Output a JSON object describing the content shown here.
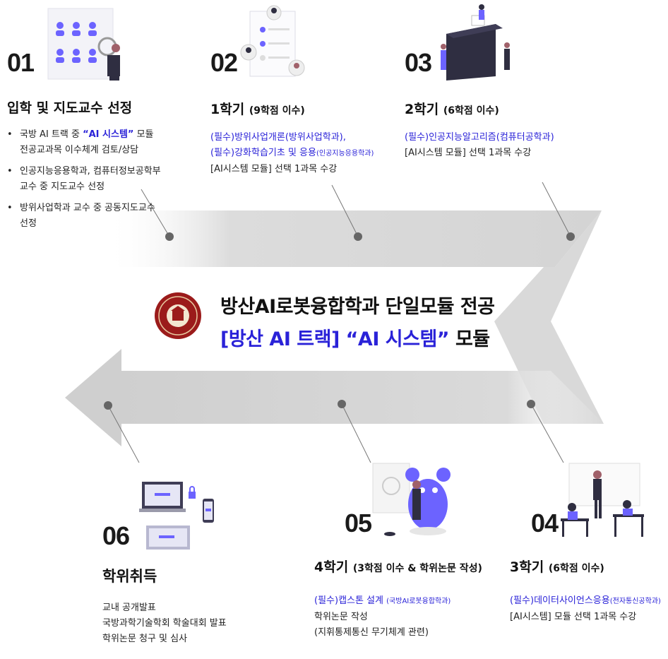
{
  "center": {
    "title": "방산AI로봇융합학과 단일모듈 전공",
    "subtitle_blue": "[방산 AI 트랙] “AI 시스템”",
    "subtitle_rest": " 모듈"
  },
  "steps": {
    "s01": {
      "num": "01",
      "title": "입학 및 지도교수 선정",
      "bullets": [
        {
          "a": "국방 AI 트랙 중 ",
          "b": "“AI 시스템”",
          "c": " 모듈",
          "d": "전공교과목 이수체계 검토/상담"
        },
        {
          "a": "인공지능응용학과, 컴퓨터정보공학부",
          "d": "교수 중 지도교수 선정"
        },
        {
          "a": "방위사업학과 교수 중 공동지도교수",
          "d": "선정"
        }
      ]
    },
    "s02": {
      "num": "02",
      "title": "1학기",
      "title_sub": "(9학점 이수)",
      "line1": "(필수)방위사업개론(방위사업학과),",
      "line2a": "(필수)강화학습기초 및 응용",
      "line2b": "(인공지능응용학과)",
      "line3": "[AI시스템 모듈] 선택 1과목 수강"
    },
    "s03": {
      "num": "03",
      "title": "2학기",
      "title_sub": "(6학점 이수)",
      "line1": "(필수)인공지능알고리즘(컴퓨터공학과)",
      "line2": "[AI시스템 모듈] 선택 1과목 수강"
    },
    "s04": {
      "num": "04",
      "title": "3학기",
      "title_sub": "(6학점 이수)",
      "line1a": "(필수)데이터사이언스응용",
      "line1b": "(전자통신공학과)",
      "line2": "[AI시스템] 모듈 선택 1과목 수강"
    },
    "s05": {
      "num": "05",
      "title": "4학기",
      "title_sub": "(3학점 이수 & 학위논문 작성)",
      "line1a": "(필수)캡스톤 설계",
      "line1b": "(국방AI로봇융합학과)",
      "line2": "학위논문 작성",
      "line3": "(지휘통제통신 무기체계 관련)"
    },
    "s06": {
      "num": "06",
      "title": "학위취득",
      "line1": "교내 공개발표",
      "line2": "국방과학기술학회 학술대회 발표",
      "line3": "학위논문 청구 및 심사"
    }
  },
  "colors": {
    "arrow": "#d6d6d6",
    "dot": "#666666",
    "blue": "#2a22d8",
    "seal": "#9b1b1b",
    "purple": "#6c63ff"
  }
}
